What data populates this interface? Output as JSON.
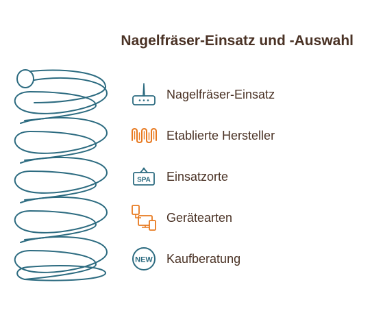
{
  "title": "Nagelfräser-Einsatz und -Auswahl",
  "colors": {
    "title_text": "#4a3225",
    "spring": "#2c6b80",
    "icon_blue": "#2c6b80",
    "icon_orange": "#e8791f"
  },
  "items": [
    {
      "label": "Nagelfräser-Einsatz",
      "icon": "router-icon",
      "icon_color": "#2c6b80"
    },
    {
      "label": "Etablierte Hersteller",
      "icon": "factory-wave-icon",
      "icon_color": "#e8791f"
    },
    {
      "label": "Einsatzorte",
      "icon": "spa-sign-icon",
      "icon_color": "#2c6b80",
      "icon_text": "SPA"
    },
    {
      "label": "Gerätearten",
      "icon": "devices-icon",
      "icon_color": "#e8791f"
    },
    {
      "label": "Kaufberatung",
      "icon": "new-badge-icon",
      "icon_color": "#2c6b80",
      "icon_text": "NEW"
    }
  ]
}
